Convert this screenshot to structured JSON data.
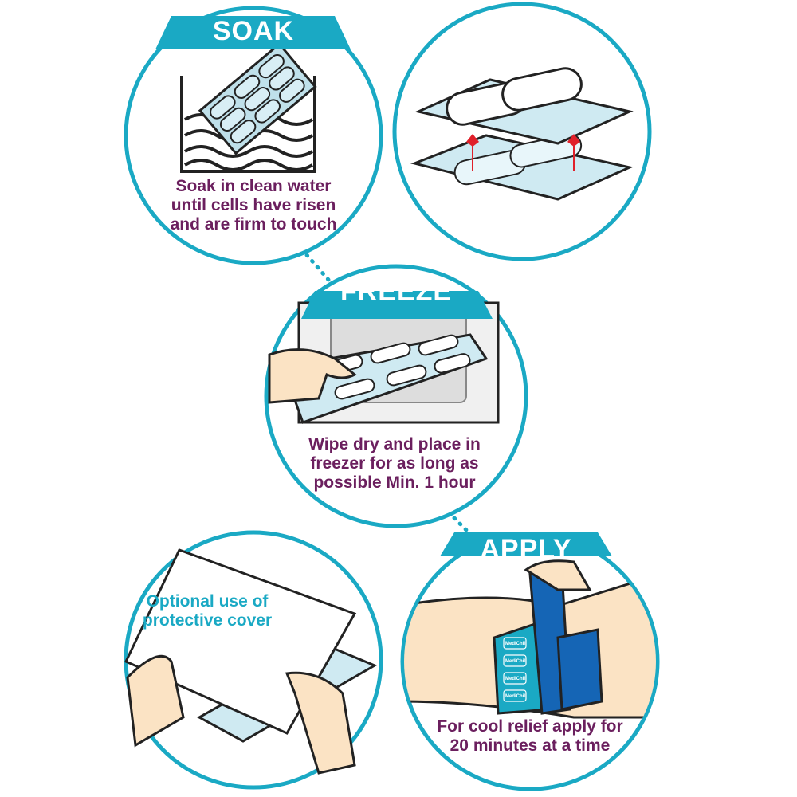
{
  "steps": [
    {
      "title": "SOAK",
      "caption": "Soak in clean water until cells have risen and are firm to touch"
    },
    {
      "title": "",
      "caption": ""
    },
    {
      "title": "FREEZE",
      "caption": "Wipe dry and place in freezer for as long as possible Min. 1 hour"
    },
    {
      "title": "",
      "caption": "Optional use of protective cover"
    },
    {
      "title": "APPLY",
      "caption": "For cool relief apply for 20 minutes at a time"
    }
  ],
  "pack_logo": "MediChill",
  "colors": {
    "teal": "#1aa9c4",
    "purple": "#6b1f5e",
    "ice": "#cfeaf2",
    "red": "#e0202a",
    "skin": "#fbe3c4",
    "bandage": "#1565b5"
  }
}
